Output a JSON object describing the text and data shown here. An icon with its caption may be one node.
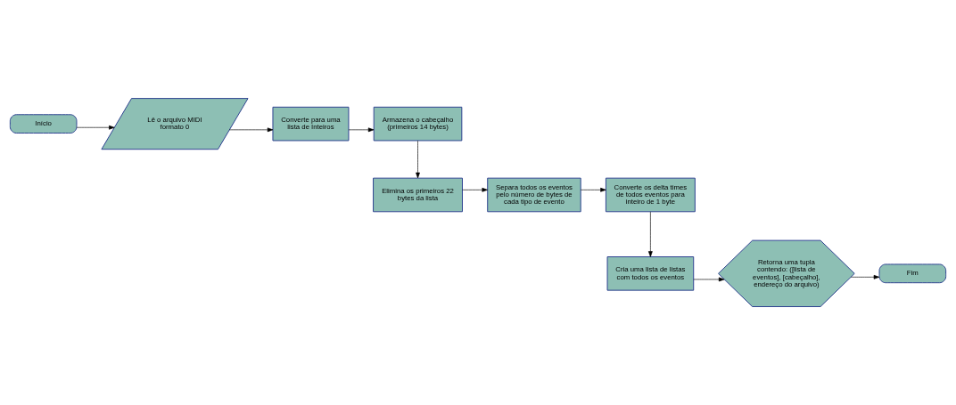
{
  "diagram": {
    "nodes": [
      {
        "text": [
          "Início"
        ]
      },
      {
        "text": [
          "Lê o arquivo MIDI formato 0"
        ]
      },
      {
        "text": [
          "Converte para uma lista de Inteiros"
        ]
      },
      {
        "text": [
          "Armazena o cabeçalho (primeiros 14 bytes)"
        ]
      },
      {
        "text": [
          "Elimina os primeiros 22 bytes da lista"
        ]
      },
      {
        "text": [
          "Separa todos os eventos pelo número de bytes de cada tipo de evento"
        ]
      },
      {
        "text": [
          "Converte os delta times de todos eventos para inteiro de 1 byte"
        ]
      },
      {
        "text": [
          "Cria uma lista de listas com todos os eventos"
        ]
      },
      {
        "text": [
          "Retorna uma tupla contendo: ([lista de eventos], [cabeçalho], endereço do arquivo)"
        ]
      },
      {
        "text": [
          "Fim"
        ]
      }
    ],
    "edges": [
      {
        "from": 0,
        "to": 1,
        "arrow": "to"
      },
      {
        "from": 1,
        "to": 2,
        "arrow": "to"
      },
      {
        "from": 2,
        "to": 3,
        "arrow": "to"
      },
      {
        "from": 3,
        "to": 4,
        "arrow": "to"
      },
      {
        "from": 4,
        "to": 5,
        "arrow": "to"
      },
      {
        "from": 5,
        "to": 6,
        "arrow": "to"
      },
      {
        "from": 6,
        "to": 7,
        "arrow": "to"
      },
      {
        "from": 7,
        "to": 8,
        "arrow": "to"
      },
      {
        "from": 8,
        "to": 9,
        "arrow": "to"
      }
    ]
  }
}
